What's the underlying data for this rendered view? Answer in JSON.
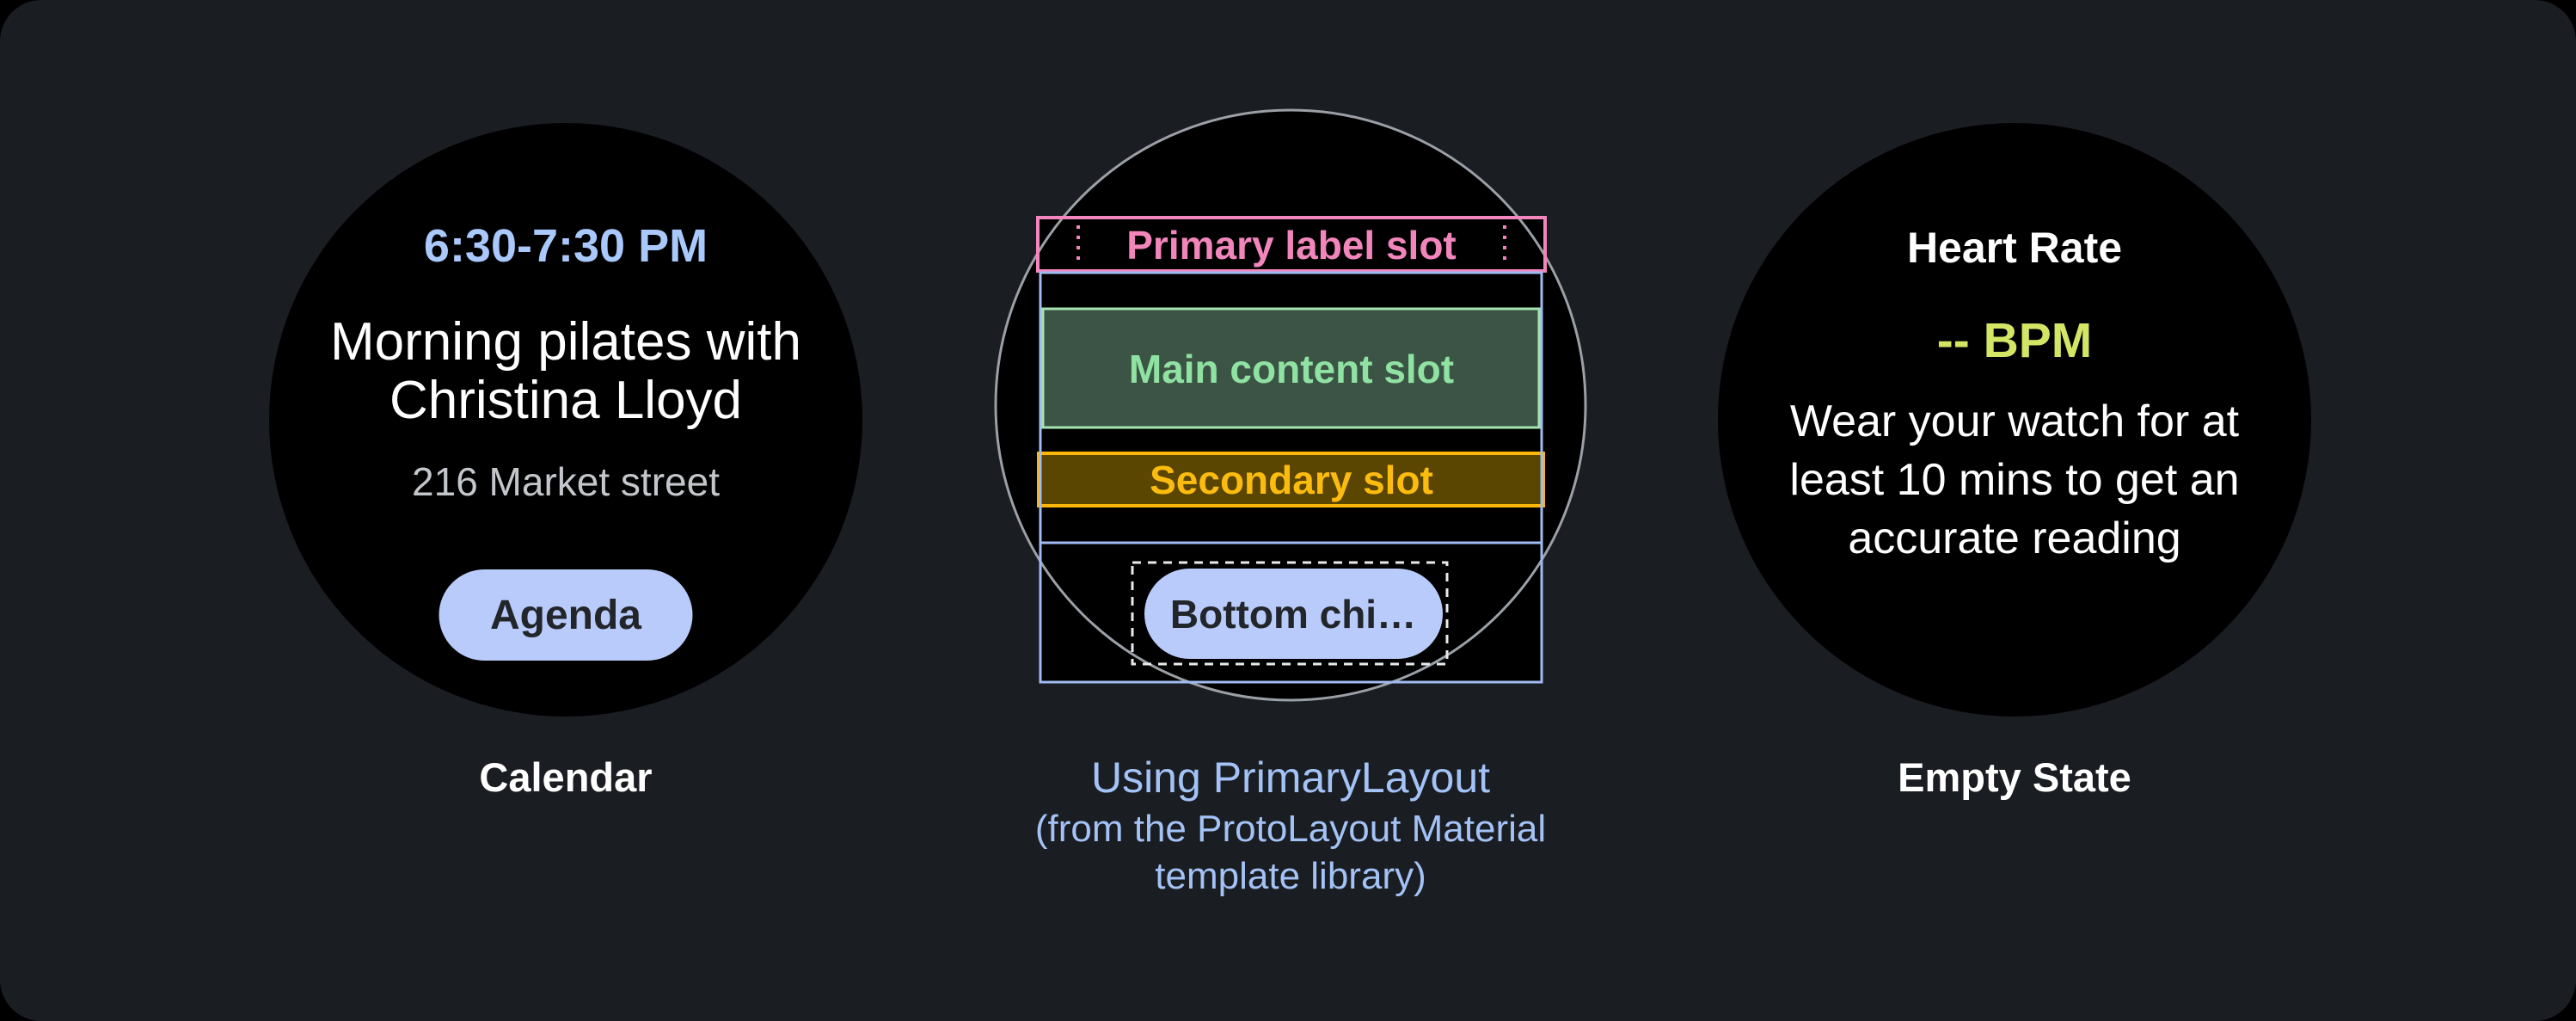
{
  "figure": {
    "background": "#1A1D22",
    "watch_background": "#000000"
  },
  "calendar_watch": {
    "time": "6:30-7:30 PM",
    "title_lines": [
      "Morning pilates with",
      "Christina Lloyd"
    ],
    "address": "216 Market street",
    "button_label": "Agenda",
    "caption": "Calendar"
  },
  "primary_layout_diagram": {
    "primary_label_slot": "Primary label slot",
    "main_content_slot": "Main content slot",
    "secondary_slot": "Secondary slot",
    "bottom_chip_label": "Bottom chi…",
    "caption": "Using PrimaryLayout",
    "caption_sub_lines": [
      "(from the ProtoLayout Material",
      "template library)"
    ]
  },
  "heart_rate_watch": {
    "title": "Heart Rate",
    "value": "-- BPM",
    "body_lines": [
      "Wear your watch for at",
      "least 10 mins to get an",
      "accurate reading"
    ],
    "caption": "Empty State"
  },
  "colors": {
    "page_bg": "#1A1D22",
    "watch_bg": "#000000",
    "time_blue": "#A9C8FC",
    "address_gray": "#C3C6CA",
    "button_bg": "#B9CBFA",
    "button_text": "#22252A",
    "pink": "#F286BC",
    "green_border": "#A5E3B0",
    "green_text": "#8FE2A2",
    "green_fill": "#3C5445",
    "amber": "#FBB80A",
    "amber_fill": "#5A4600",
    "blue_line": "#A0BAF2",
    "dashed_white": "#E8EAED",
    "caption_blue": "#A3C2F6",
    "bpm_lime": "#D4E565",
    "bezel_gray": "#9AA0A6"
  }
}
